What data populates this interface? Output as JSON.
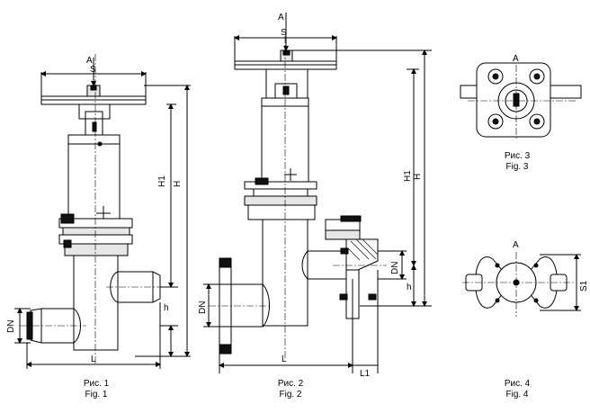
{
  "figures": [
    {
      "id": "fig1",
      "caption_ru": "Рис. 1",
      "caption_en": "Fig. 1"
    },
    {
      "id": "fig2",
      "caption_ru": "Рис. 2",
      "caption_en": "Fig. 2"
    },
    {
      "id": "fig3",
      "caption_ru": "Рис. 3",
      "caption_en": "Fig. 3"
    },
    {
      "id": "fig4",
      "caption_ru": "Рис. 4",
      "caption_en": "Fig. 4"
    }
  ],
  "labels": {
    "A": "A",
    "S": "S",
    "H": "H",
    "H1": "H1",
    "L": "L",
    "L1": "L1",
    "DN": "DN",
    "h": "h",
    "S1": "S1"
  }
}
